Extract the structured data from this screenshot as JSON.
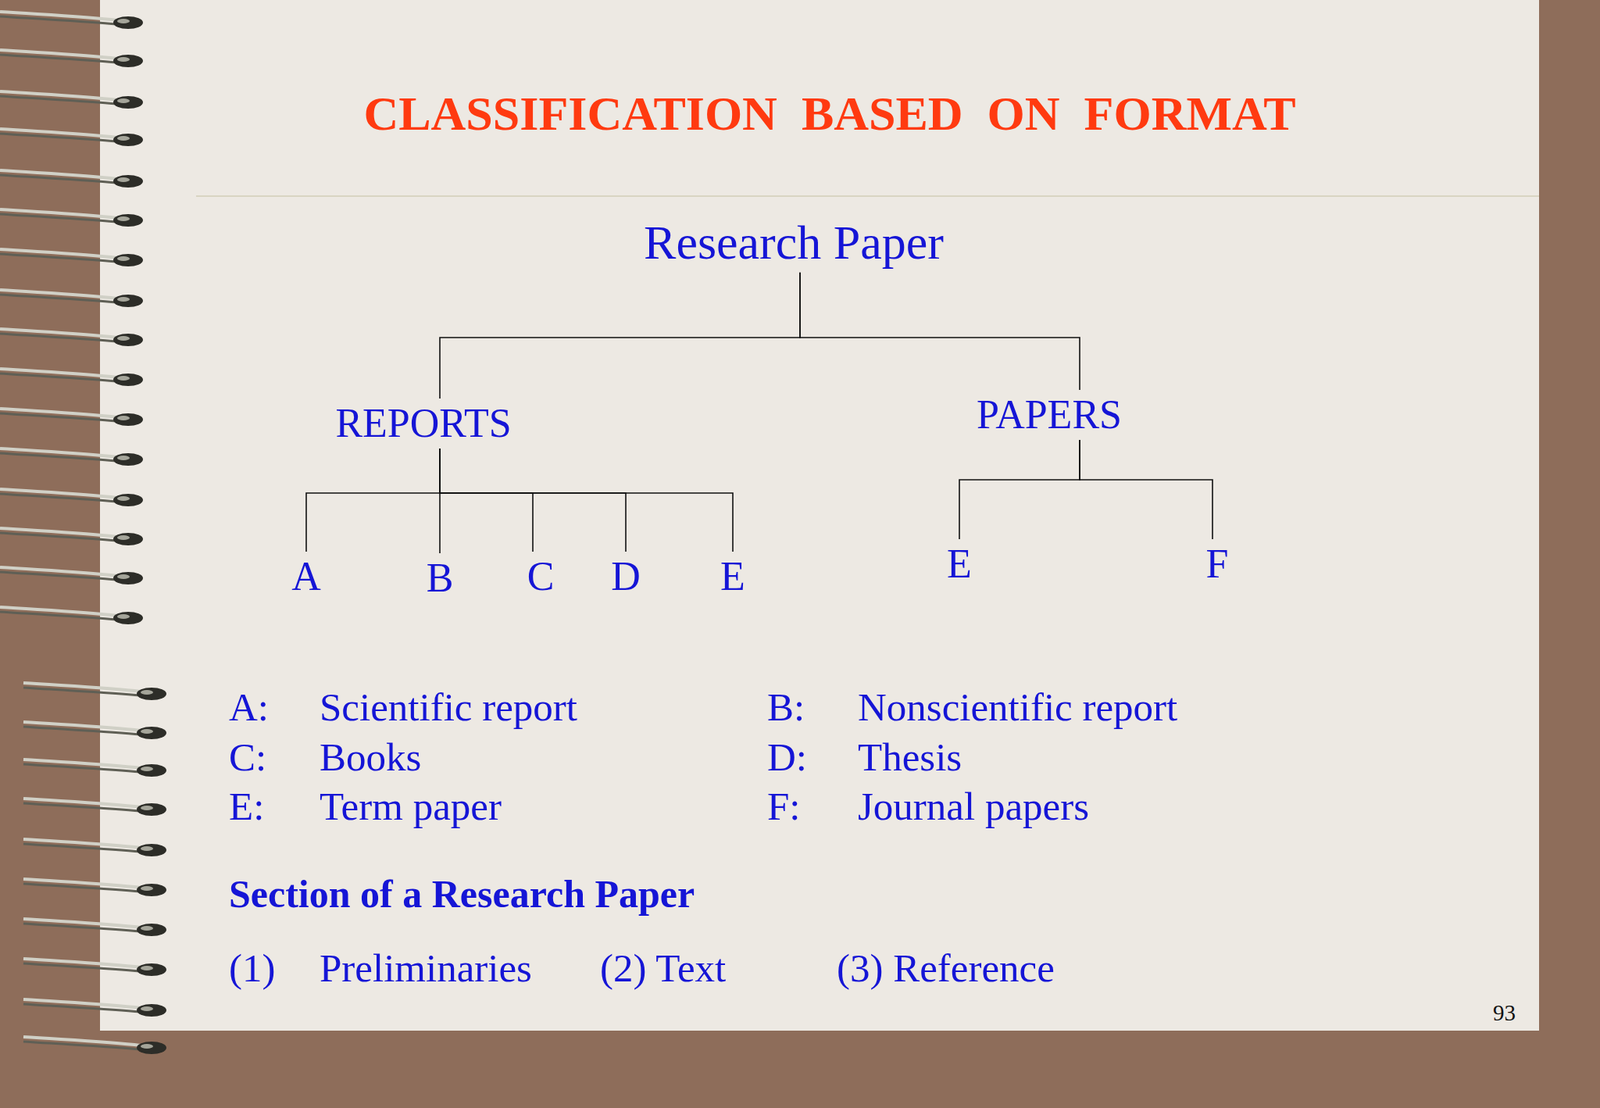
{
  "diagram": {
    "title": "CLASSIFICATION BASED ON FORMAT",
    "nodes": [
      {
        "text": [
          "Research Paper"
        ]
      },
      {
        "text": [
          "REPORTS"
        ]
      },
      {
        "text": [
          "PAPERS"
        ]
      },
      {
        "text": [
          "A"
        ]
      },
      {
        "text": [
          "B"
        ]
      },
      {
        "text": [
          "C"
        ]
      },
      {
        "text": [
          "D"
        ]
      },
      {
        "text": [
          "E"
        ]
      },
      {
        "text": [
          "E"
        ]
      },
      {
        "text": [
          "F"
        ]
      }
    ],
    "edges": [
      {
        "from": 0,
        "to": 1,
        "arrow": "none"
      },
      {
        "from": 0,
        "to": 2,
        "arrow": "none"
      },
      {
        "from": 1,
        "to": 3,
        "arrow": "none"
      },
      {
        "from": 1,
        "to": 4,
        "arrow": "none"
      },
      {
        "from": 1,
        "to": 5,
        "arrow": "none"
      },
      {
        "from": 1,
        "to": 6,
        "arrow": "none"
      },
      {
        "from": 1,
        "to": 7,
        "arrow": "none"
      },
      {
        "from": 2,
        "to": 8,
        "arrow": "none"
      },
      {
        "from": 2,
        "to": 9,
        "arrow": "none"
      }
    ],
    "labels": [
      "A:",
      "Scientific report",
      "B:",
      "Nonscientific report",
      "C:",
      "Books",
      "D:",
      "Thesis",
      "E:",
      "Term paper",
      "F:",
      "Journal papers",
      "Section of a Research Paper",
      "(1)",
      "Preliminaries",
      "(2) Text",
      "(3) Reference",
      "93"
    ]
  }
}
